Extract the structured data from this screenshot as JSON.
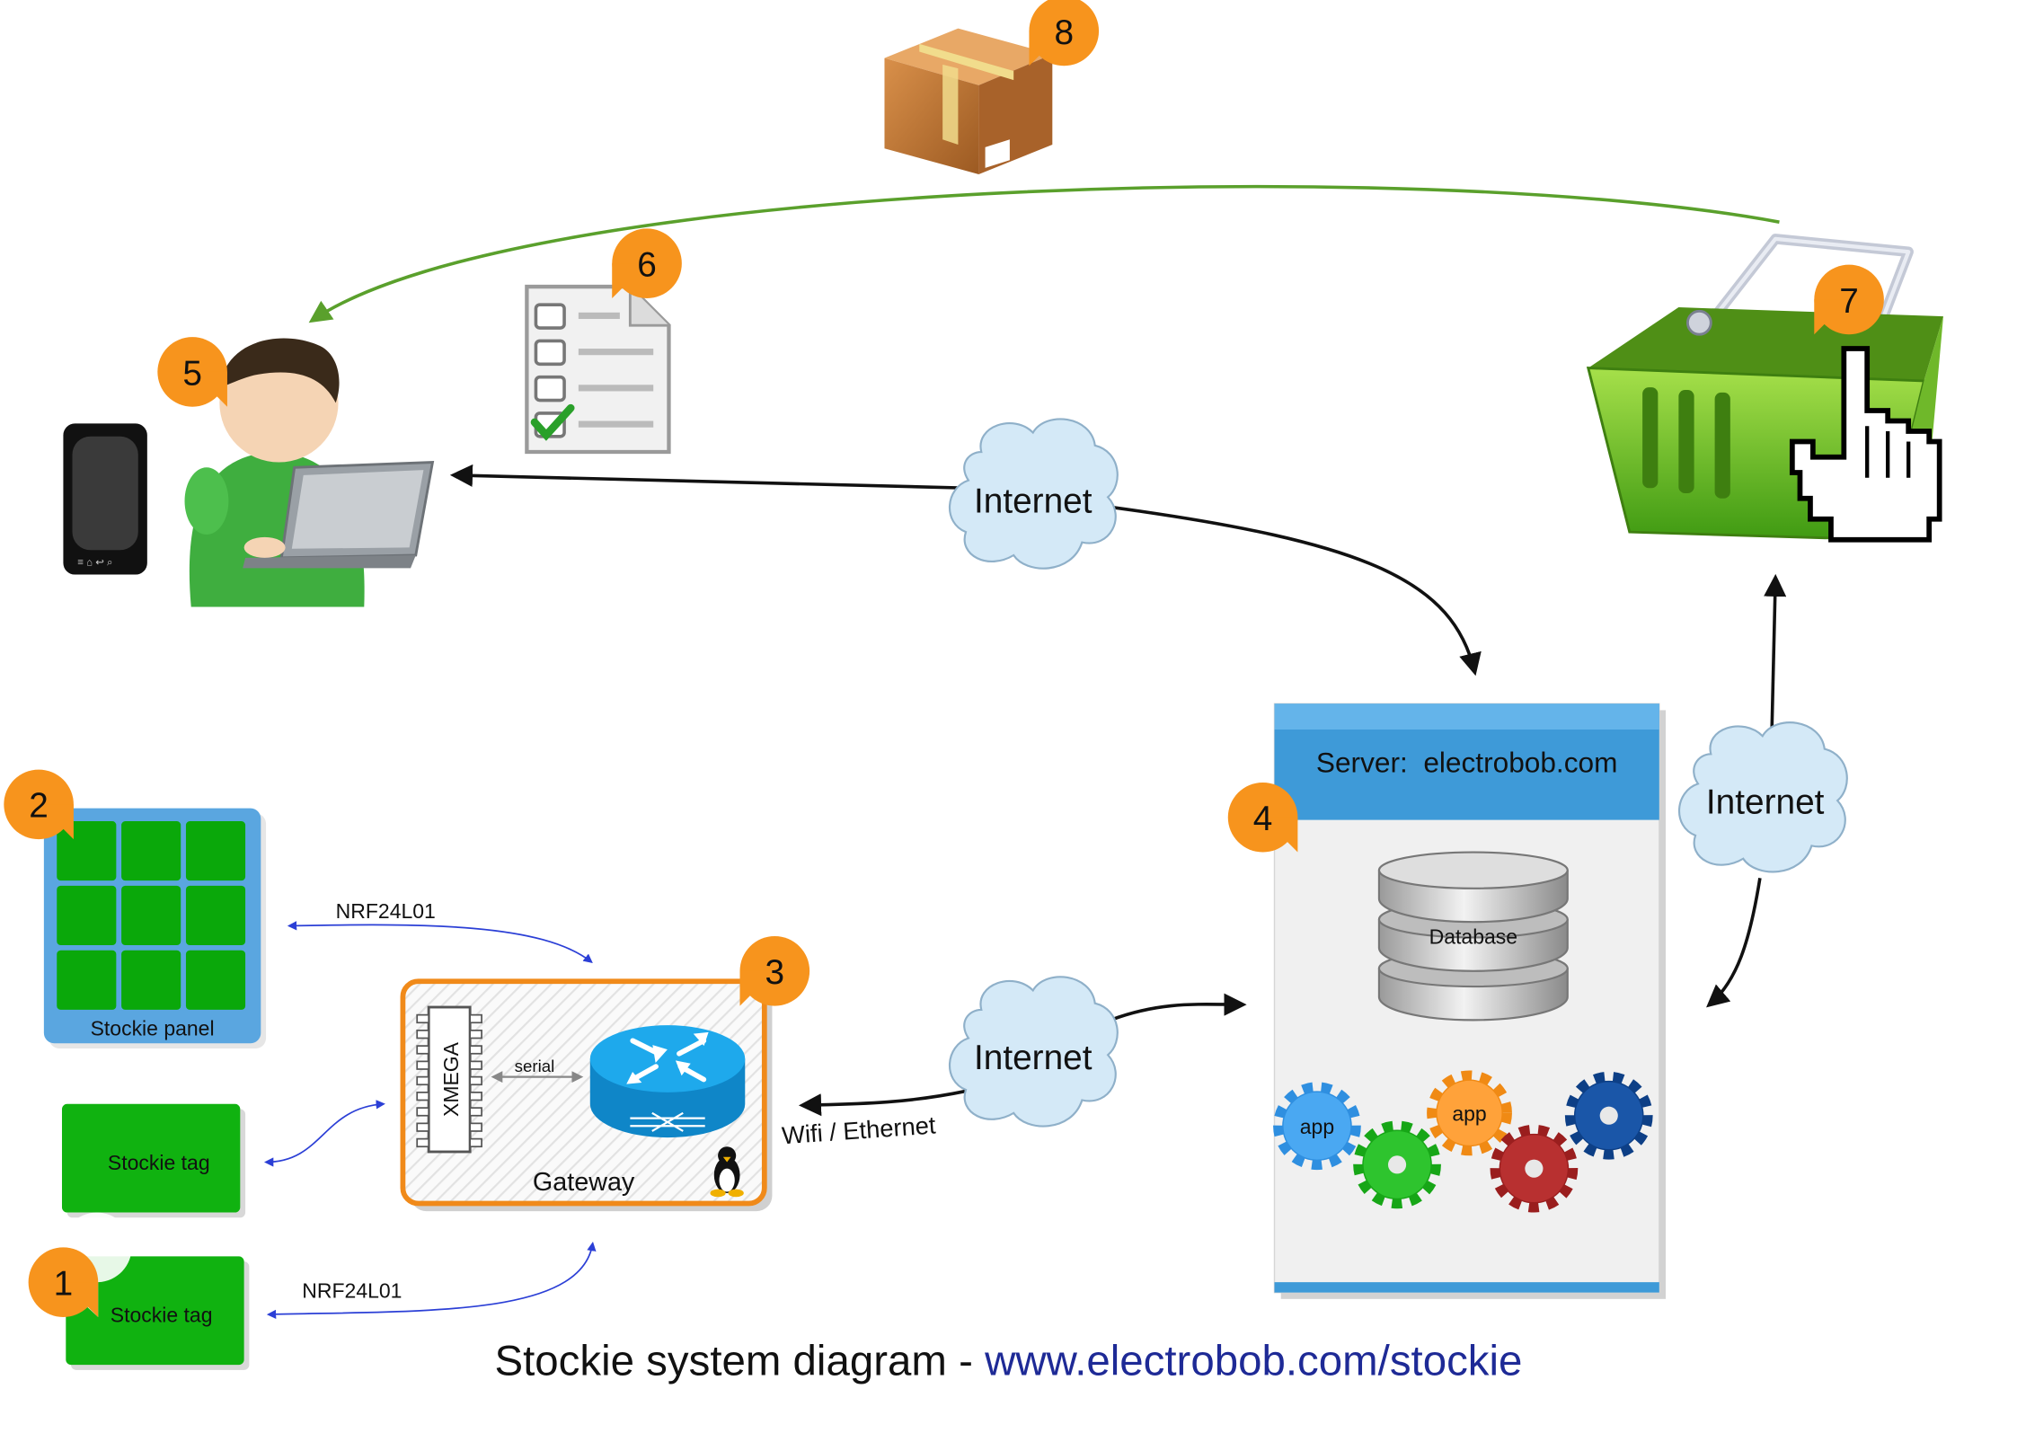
{
  "badges": [
    "1",
    "2",
    "3",
    "4",
    "5",
    "6",
    "7",
    "8"
  ],
  "panel": {
    "label": "Stockie panel"
  },
  "tags": [
    {
      "label": "Stockie tag"
    },
    {
      "label": "Stockie tag"
    }
  ],
  "links": {
    "radio_top": "NRF24L01",
    "radio_bottom": "NRF24L01",
    "serial": "serial",
    "wifi": "Wifi / Ethernet"
  },
  "gateway": {
    "label": "Gateway",
    "chip": "XMEGA"
  },
  "server": {
    "title": "Server:  electrobob.com",
    "database": "Database",
    "app_1": "app",
    "app_2": "app"
  },
  "clouds": [
    {
      "label": "Internet"
    },
    {
      "label": "Internet"
    },
    {
      "label": "Internet"
    }
  ],
  "caption": {
    "text": "Stockie system diagram - ",
    "url": "www.electrobob.com/stockie"
  },
  "colors": {
    "badge": "#f7941d",
    "tag_green": "#10b210",
    "server_header": "#3e9ad8",
    "cloud": "#d4e9f7",
    "gateway_border": "#f08a1a",
    "arrow_green": "#5aa02c",
    "radio_arrow": "#2b3fd6"
  },
  "icons": [
    "smartphone-icon",
    "user-laptop-icon",
    "checklist-icon",
    "parcel-box-icon",
    "shopping-basket-icon",
    "hand-pointer-icon",
    "router-icon",
    "linux-penguin-icon",
    "gear-icon"
  ]
}
